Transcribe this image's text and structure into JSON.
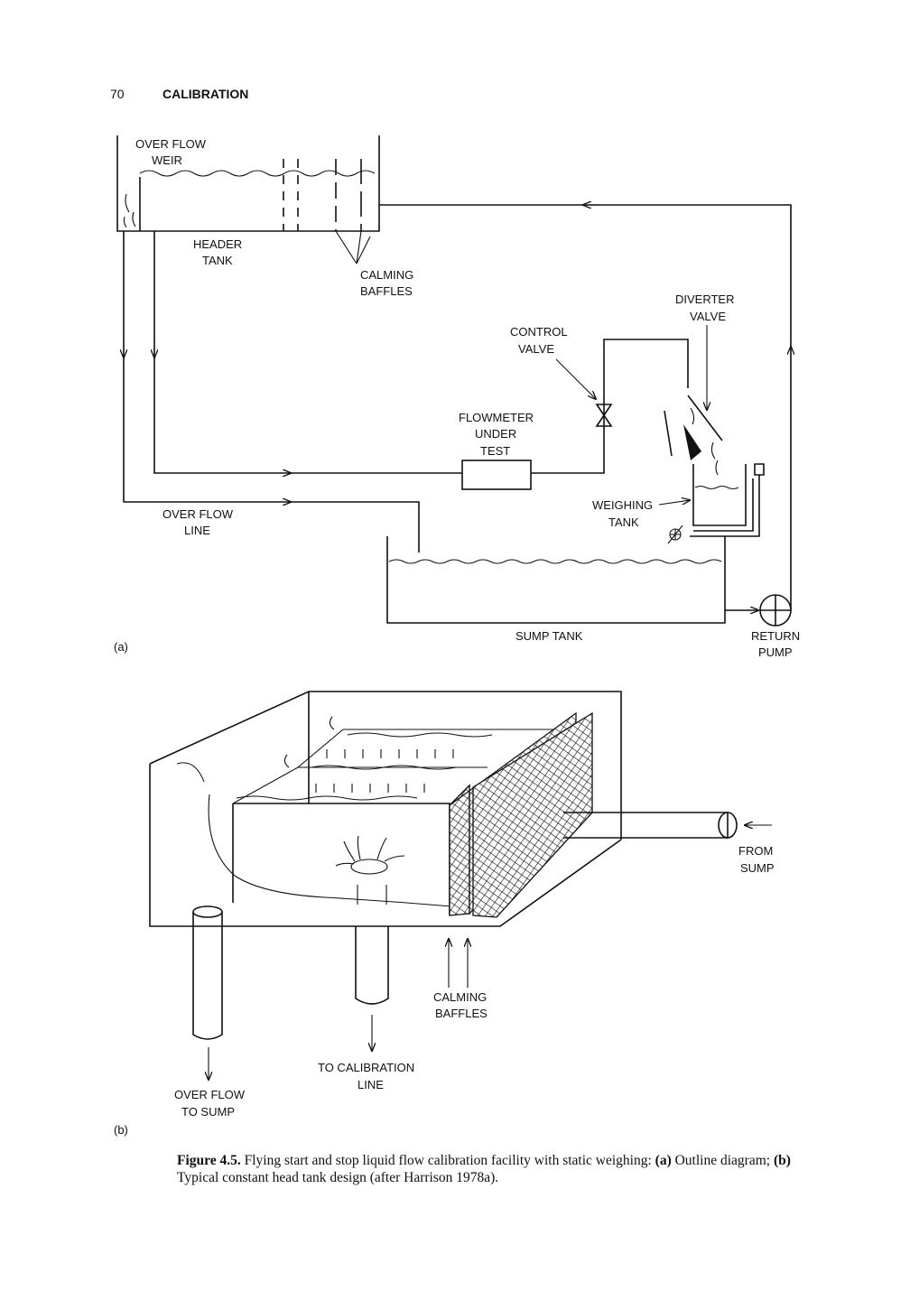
{
  "page_header": {
    "page_number": "70",
    "section": "CALIBRATION"
  },
  "diagram_a": {
    "panel_label": "(a)",
    "labels": {
      "overflow_weir_1": "OVER FLOW",
      "overflow_weir_2": "WEIR",
      "header_tank_1": "HEADER",
      "header_tank_2": "TANK",
      "calming_baffles_1": "CALMING",
      "calming_baffles_2": "BAFFLES",
      "diverter_valve_1": "DIVERTER",
      "diverter_valve_2": "VALVE",
      "control_valve_1": "CONTROL",
      "control_valve_2": "VALVE",
      "flowmeter_1": "FLOWMETER",
      "flowmeter_2": "UNDER",
      "flowmeter_3": "TEST",
      "weighing_tank_1": "WEIGHING",
      "weighing_tank_2": "TANK",
      "overflow_line_1": "OVER FLOW",
      "overflow_line_2": "LINE",
      "sump_tank": "SUMP TANK",
      "return_pump_1": "RETURN",
      "return_pump_2": "PUMP"
    }
  },
  "diagram_b": {
    "panel_label": "(b)",
    "labels": {
      "from_sump_1": "FROM",
      "from_sump_2": "SUMP",
      "calming_baffles_1": "CALMING",
      "calming_baffles_2": "BAFFLES",
      "to_calibration_1": "TO CALIBRATION",
      "to_calibration_2": "LINE",
      "overflow_to_sump_1": "OVER FLOW",
      "overflow_to_sump_2": "TO SUMP"
    }
  },
  "caption": {
    "figure_label": "Figure 4.5.",
    "text_1": " Flying start and stop liquid flow calibration facility with static weighing: ",
    "part_a_label": "(a)",
    "text_2": " Outline diagram; ",
    "part_b_label": "(b)",
    "text_3": " Typical constant head tank design (after Harrison 1978a)."
  }
}
